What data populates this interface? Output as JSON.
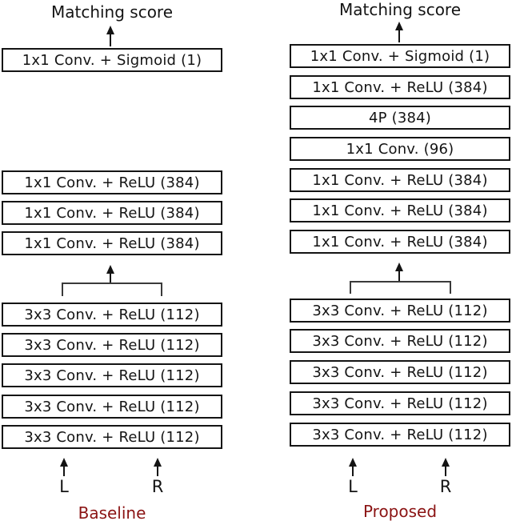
{
  "colors": {
    "caption": "#8b1414",
    "line": "#141414",
    "background": "#ffffff"
  },
  "baseline": {
    "title": "Matching score",
    "layers": [
      "1x1 Conv. + Sigmoid (1)",
      "1x1 Conv. + ReLU (384)",
      "1x1 Conv. + ReLU (384)",
      "1x1 Conv. + ReLU (384)",
      "3x3 Conv. + ReLU (112)",
      "3x3 Conv. + ReLU (112)",
      "3x3 Conv. + ReLU (112)",
      "3x3 Conv. + ReLU (112)",
      "3x3 Conv. + ReLU (112)"
    ],
    "inputs": {
      "left": "L",
      "right": "R"
    },
    "caption": "Baseline"
  },
  "proposed": {
    "title": "Matching score",
    "layers": [
      "1x1 Conv. + Sigmoid (1)",
      "1x1 Conv. + ReLU (384)",
      "4P (384)",
      "1x1 Conv. (96)",
      "1x1 Conv. + ReLU (384)",
      "1x1 Conv. + ReLU (384)",
      "1x1 Conv. + ReLU (384)",
      "3x3 Conv. + ReLU (112)",
      "3x3 Conv. + ReLU (112)",
      "3x3 Conv. + ReLU (112)",
      "3x3 Conv. + ReLU (112)",
      "3x3 Conv. + ReLU (112)"
    ],
    "inputs": {
      "left": "L",
      "right": "R"
    },
    "caption": "Proposed"
  }
}
